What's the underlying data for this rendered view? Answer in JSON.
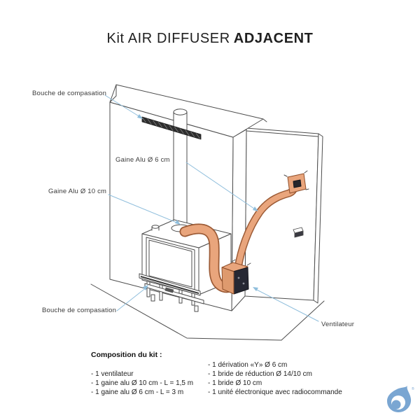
{
  "title": {
    "regular": "Kit AIR DIFFUSER",
    "bold": "ADJACENT"
  },
  "diagram": {
    "labels": {
      "top_vent": "Bouche de compasation",
      "duct6": "Gaine Alu Ø 6 cm",
      "duct10": "Gaine Alu Ø 10 cm",
      "bottom_vent": "Bouche de compasation",
      "fan": "Ventilateur"
    },
    "colors": {
      "duct_fill": "#E9A57C",
      "duct_outline": "#9C5B36",
      "ventilator_dark": "#262833",
      "arrow": "#8FBEDC",
      "line": "#4D4D4D"
    }
  },
  "composition": {
    "heading": "Composition du kit :",
    "col1": [
      "- 1 ventilateur",
      "- 1 gaine alu Ø 10 cm - L = 1,5 m",
      "- 1 gaine alu Ø 6 cm - L = 3 m"
    ],
    "col2": [
      "- 1 dérivation «Y» Ø 6 cm",
      "- 1 bride de réduction Ø 14/10 cm",
      "- 1 bride Ø 10 cm",
      "- 1 unité électronique avec radiocommande"
    ]
  },
  "logo": {
    "registered_mark": "®",
    "color": "#7AA6D2"
  }
}
